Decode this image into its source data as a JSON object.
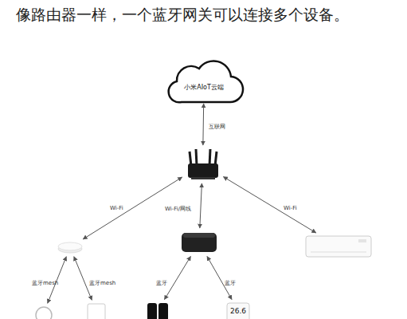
{
  "diagram": {
    "title": "像路由器一样，一个蓝牙网关可以连接多个设备。",
    "nodes": [
      {
        "text": [
          "小米AIoT云端"
        ]
      },
      {
        "text": []
      },
      {
        "text": []
      },
      {
        "text": []
      },
      {
        "text": []
      },
      {
        "text": []
      },
      {
        "text": []
      },
      {
        "text": []
      },
      {
        "text": [
          "26.6"
        ]
      }
    ],
    "edges": [
      {
        "from": 0,
        "to": 1,
        "label": "互联网",
        "arrow": "both"
      },
      {
        "from": 1,
        "to": 2,
        "label": "Wi-Fi",
        "arrow": "both"
      },
      {
        "from": 1,
        "to": 3,
        "label": "Wi-Fi/网线",
        "arrow": "both"
      },
      {
        "from": 1,
        "to": 4,
        "label": "Wi-Fi",
        "arrow": "both"
      },
      {
        "from": 2,
        "to": 5,
        "label": "蓝牙mesh",
        "arrow": "both"
      },
      {
        "from": 2,
        "to": 6,
        "label": "蓝牙mesh",
        "arrow": "both"
      },
      {
        "from": 3,
        "to": 7,
        "label": "蓝牙",
        "arrow": "both"
      },
      {
        "from": 3,
        "to": 8,
        "label": "蓝牙",
        "arrow": "both"
      }
    ]
  }
}
